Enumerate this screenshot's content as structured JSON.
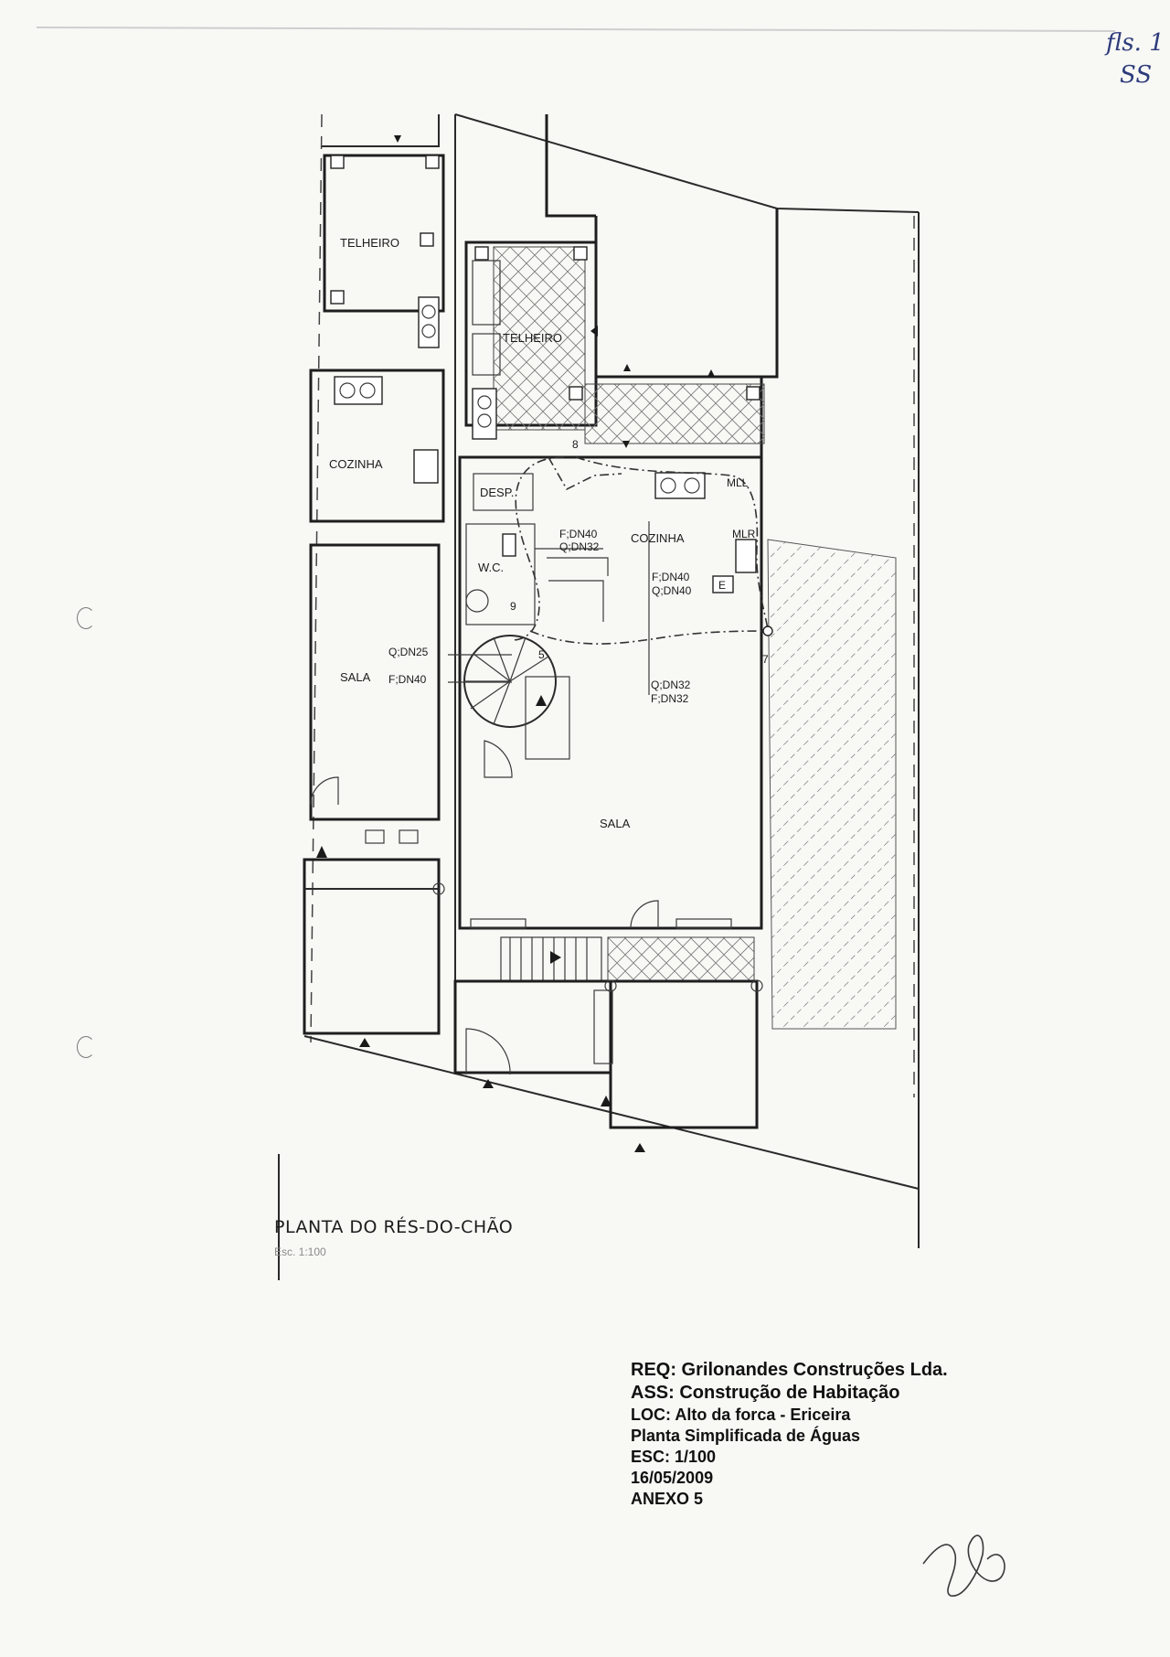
{
  "page_mark": {
    "handwritten": "fls. 1",
    "initials": "SS"
  },
  "rooms": {
    "telheiro_left": "TELHEIRO",
    "telheiro_center": "TELHEIRO",
    "cozinha_left": "COZINHA",
    "desp": "DESP.",
    "wc": "W.C.",
    "cozinha_main": "COZINHA",
    "sala_left": "SALA",
    "sala_main": "SALA"
  },
  "pipe_labels": {
    "f_dn40_top": "F;DN40",
    "q_dn32_top": "Q;DN32",
    "f_dn40_mid": "F;DN40",
    "q_dn40_mid": "Q;DN40",
    "q_dn25": "Q;DN25",
    "f_dn40_sala": "F;DN40",
    "q_dn32_low": "Q;DN32",
    "f_dn32_low": "F;DN32",
    "mll": "MLL",
    "mlr": "MLR",
    "e": "E",
    "n8": "8",
    "n9": "9",
    "n5": "5",
    "n7": "7"
  },
  "drawing": {
    "title": "PLANTA DO RÉS-DO-CHÃO",
    "scale": "Esc. 1:100"
  },
  "title_block": {
    "req": "REQ: Grilonandes Construções Lda.",
    "ass": "ASS: Construção de Habitação",
    "loc": "LOC: Alto da forca - Ericeira",
    "subject": "Planta Simplificada de Águas",
    "esc": "ESC: 1/100",
    "date": "16/05/2009",
    "annex": "ANEXO 5"
  }
}
